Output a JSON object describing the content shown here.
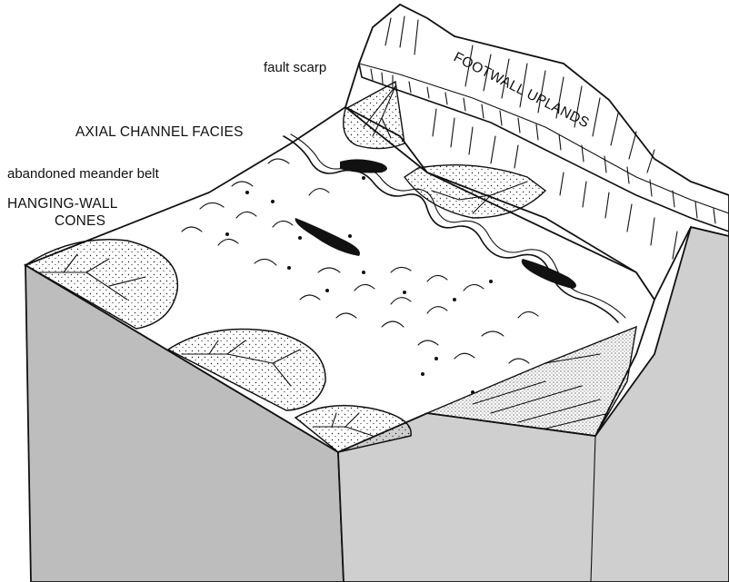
{
  "labels": {
    "fault_scarp": "fault scarp",
    "footwall_uplands": "FOOTWALL UPLANDS",
    "axial_channel_facies": "AXIAL CHANNEL FACIES",
    "abandoned_meander_belt": "abandoned meander belt",
    "hanging_wall_line1": "HANGING-WALL",
    "hanging_wall_line2": "CONES"
  },
  "colors": {
    "ink": "#111111",
    "paper": "#ffffff",
    "block_face_front": "#bdbdbd",
    "block_face_right": "#cfcfcf"
  }
}
